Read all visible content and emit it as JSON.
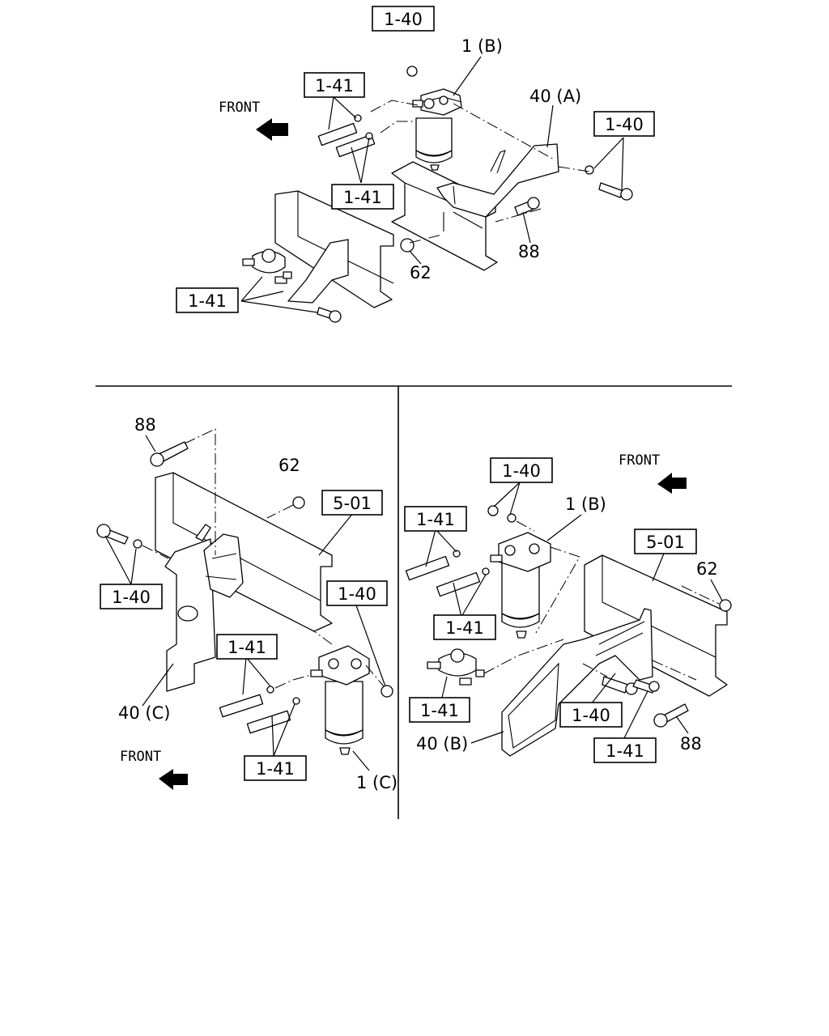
{
  "top_view": {
    "front_label": "FRONT",
    "ref_1_40_a": "1-40",
    "ref_1_40_b": "1-40",
    "ref_1_41_a": "1-41",
    "ref_1_41_b": "1-41",
    "ref_1_41_c": "1-41",
    "filter_label": "1 (B)",
    "bracket_label": "40 (A)",
    "nut_label": "62",
    "bolt_label": "88"
  },
  "left_view": {
    "front_label": "FRONT",
    "bolt_label": "88",
    "nut_label": "62",
    "ref_5_01": "5-01",
    "ref_1_40_a": "1-40",
    "ref_1_40_b": "1-40",
    "ref_1_41_a": "1-41",
    "ref_1_41_b": "1-41",
    "bracket_label": "40 (C)",
    "filter_label": "1 (C)"
  },
  "right_view": {
    "front_label": "FRONT",
    "ref_1_40_a": "1-40",
    "ref_1_40_b": "1-40",
    "ref_1_41_a": "1-41",
    "ref_1_41_b": "1-41",
    "ref_1_41_c": "1-41",
    "ref_5_01": "5-01",
    "filter_label": "1 (B)",
    "nut_label": "62",
    "bolt_label": "88",
    "bracket_label": "40 (B)"
  }
}
